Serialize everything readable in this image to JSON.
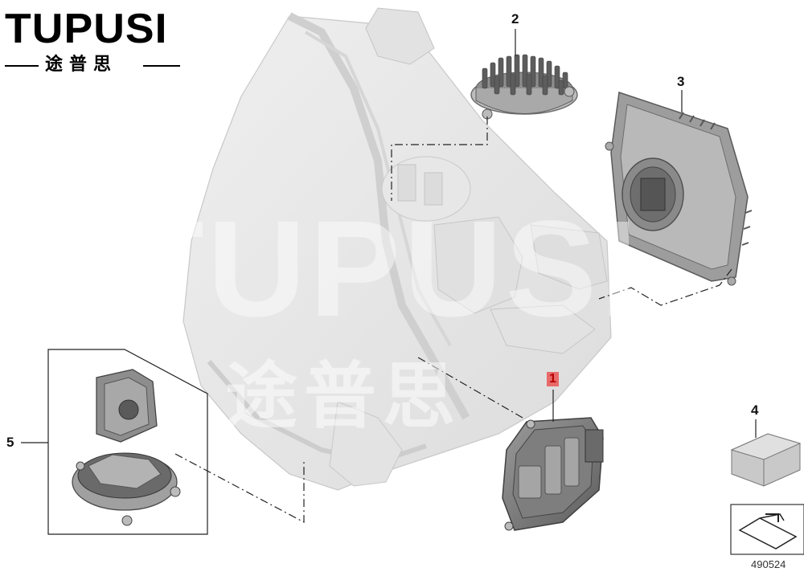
{
  "brand": {
    "name": "TUPUSI",
    "subtitle": "途普思"
  },
  "callouts": {
    "c1": "1",
    "c2": "2",
    "c3": "3",
    "c4": "4",
    "c5": "5"
  },
  "diagram_id": "490524",
  "watermark": {
    "text": "TUPUSI",
    "text_cn": "途普思"
  },
  "colors": {
    "highlight": "#e86a6a",
    "part_gray": "#8a8a8a",
    "housing_gray": "#e4e4e4"
  },
  "icons": [
    "headlight-housing-icon",
    "led-module-icon",
    "control-unit-icon",
    "driver-module-icon",
    "small-part-box-icon",
    "orientation-arrow-icon"
  ]
}
